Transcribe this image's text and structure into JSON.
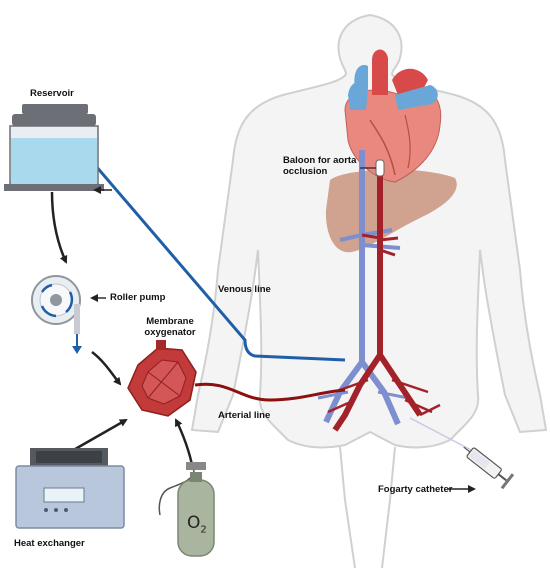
{
  "labels": {
    "reservoir": "Reservoir",
    "roller_pump": "Roller pump",
    "membrane_oxygenator_line1": "Membrane",
    "membrane_oxygenator_line2": "oxygenator",
    "venous_line": "Venous line",
    "arterial_line": "Arterial line",
    "balloon_line1": "Baloon for aorta",
    "balloon_line2": "occlusion",
    "heat_exchanger": "Heat exchanger",
    "fogarty_catheter": "Fogarty catheter",
    "o2_gas": "O",
    "o2_subscript": "2"
  },
  "colors": {
    "venous_line": "#1f5fa8",
    "arterial_line": "#8b1010",
    "aorta": "#a3222a",
    "vena_cava": "#7e8fd0",
    "body_outline": "#d9d9d9",
    "heart": "#e8887e",
    "liver": "#c9937e",
    "oxygenator": "#c23a3a",
    "reservoir_fluid": "#a9d9ec",
    "cylinder": "#aab5a0"
  }
}
